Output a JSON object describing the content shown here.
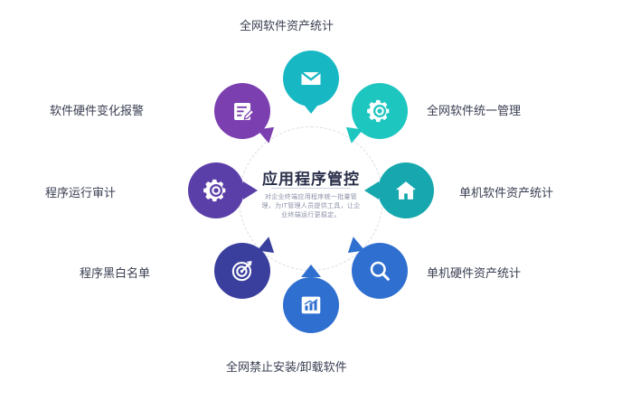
{
  "center": {
    "title": "应用程序管控",
    "description": "对企业终端应用程序统一批量管理，为IT管理人员提供工具，让企业终端运行更稳定。"
  },
  "colors": {
    "cyan": "#17b8c4",
    "teal": "#1ec6c0",
    "teal_dark": "#16a8ae",
    "purple": "#7b3fb0",
    "violet": "#5b3fa8",
    "indigo": "#3a3f9e",
    "blue": "#2f6fd0",
    "blue_deep": "#1f4fa8",
    "label_text": "#3a3f52",
    "title_text": "#2a2f4a",
    "desc_text": "#8a90a6"
  },
  "nodes": [
    {
      "id": "top",
      "label": "全网软件资产统计",
      "icon": "envelope-icon",
      "color": "#17b8c4"
    },
    {
      "id": "top-right",
      "label": "全网软件统一管理",
      "icon": "gear-icon",
      "color": "#1ec6c0"
    },
    {
      "id": "right",
      "label": "单机软件资产统计",
      "icon": "home-icon",
      "color": "#16a8ae"
    },
    {
      "id": "bottom-right",
      "label": "单机硬件资产统计",
      "icon": "search-icon",
      "color": "#2f6fd0"
    },
    {
      "id": "bottom",
      "label": "全网禁止安装/卸载软件",
      "icon": "bar-chart-icon",
      "color": "#2f6fd0"
    },
    {
      "id": "bottom-left",
      "label": "程序黑白名单",
      "icon": "target-icon",
      "color": "#3a3f9e"
    },
    {
      "id": "left",
      "label": "程序运行审计",
      "icon": "gear-icon",
      "color": "#5b3fa8"
    },
    {
      "id": "top-left",
      "label": "软件硬件变化报警",
      "icon": "form-edit-icon",
      "color": "#7b3fb0"
    }
  ]
}
